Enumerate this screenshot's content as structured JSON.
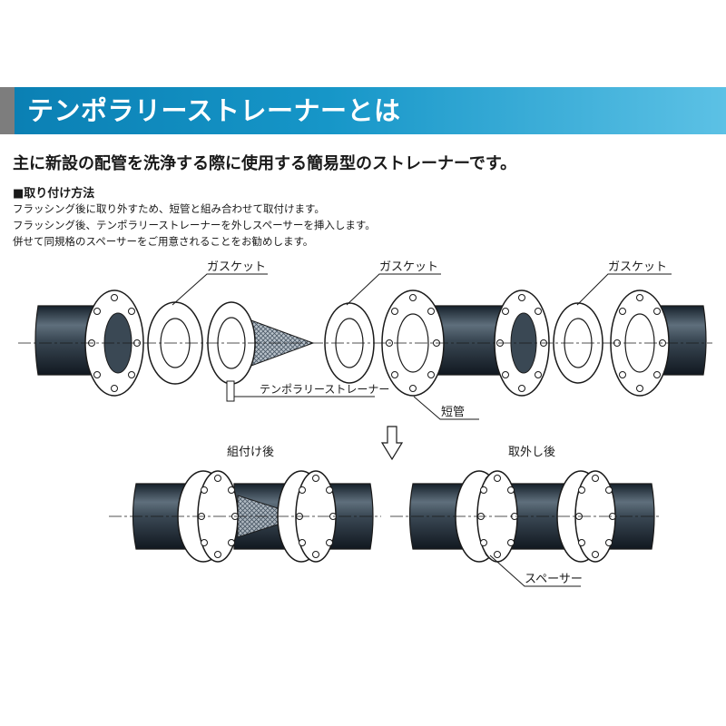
{
  "header": {
    "title": "テンポラリーストレーナーとは"
  },
  "lead": "主に新設の配管を洗浄する際に使用する簡易型のストレーナーです。",
  "section": {
    "title": "■取り付け方法",
    "lines": [
      "フラッシング後に取り外すため、短管と組み合わせて取付けます。",
      "フラッシング後、テンポラリーストレーナーを外しスペーサーを挿入します。",
      "併せて同規格のスペーサーをご用意されることをお勧めします。"
    ]
  },
  "diagram": {
    "labels": {
      "gasket_1": "ガスケット",
      "gasket_2": "ガスケット",
      "gasket_3": "ガスケット",
      "strainer": "テンポラリーストレーナー",
      "short_pipe": "短管",
      "assembled": "組付け後",
      "removed": "取外し後",
      "spacer": "スペーサー"
    },
    "colors": {
      "pipe": "#2e3a45",
      "flange": "#ffffff",
      "line": "#1a1a1a"
    }
  }
}
